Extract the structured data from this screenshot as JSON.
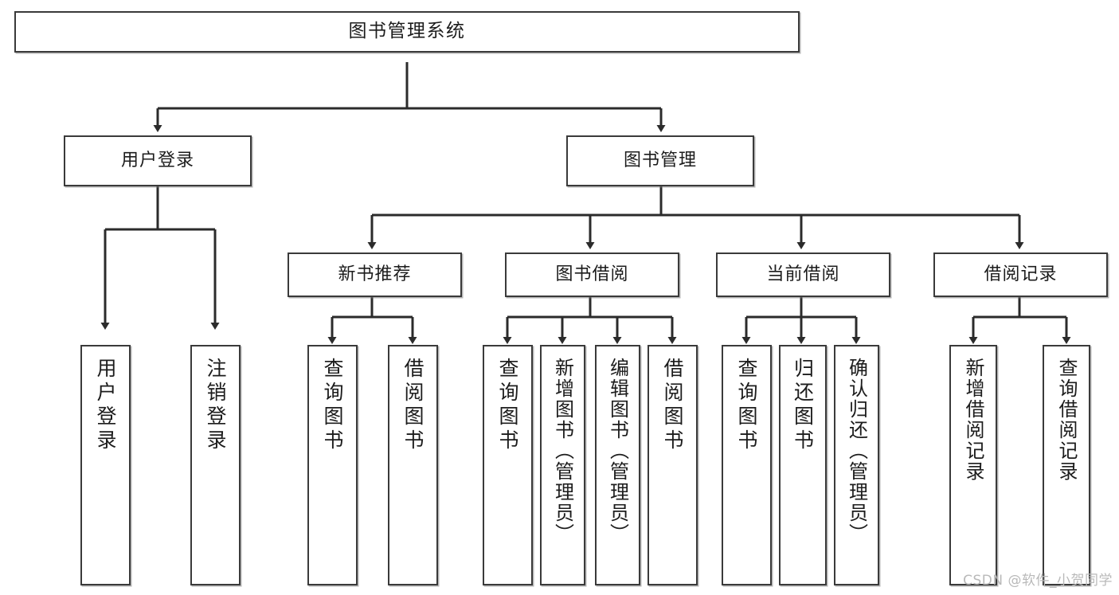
{
  "diagram": {
    "title": "图书管理系统",
    "type": "tree",
    "colors": {
      "box_border": "#3a3a3a",
      "box_fill": "#ffffff",
      "connector": "#2b2b2b",
      "text": "#1c1c1c",
      "watermark": "#b9b9b9"
    },
    "root": {
      "label": "图书管理系统"
    },
    "level2": [
      {
        "id": "user-login",
        "label": "用户登录"
      },
      {
        "id": "book-manage",
        "label": "图书管理"
      }
    ],
    "level3": [
      {
        "id": "new-book-recommend",
        "label": "新书推荐"
      },
      {
        "id": "book-borrow",
        "label": "图书借阅"
      },
      {
        "id": "current-borrow",
        "label": "当前借阅"
      },
      {
        "id": "borrow-record",
        "label": "借阅记录"
      }
    ],
    "leaves": {
      "user-login": [
        {
          "id": "leaf-user-login",
          "label": "用户登录"
        },
        {
          "id": "leaf-logout-login",
          "label": "注销登录"
        }
      ],
      "new-book-recommend": [
        {
          "id": "leaf-query-book-1",
          "label": "查询图书"
        },
        {
          "id": "leaf-borrow-book-1",
          "label": "借阅图书"
        }
      ],
      "book-borrow": [
        {
          "id": "leaf-query-book-2",
          "label": "查询图书"
        },
        {
          "id": "leaf-add-book",
          "label": "新增图书（管理员）"
        },
        {
          "id": "leaf-edit-book",
          "label": "编辑图书（管理员）"
        },
        {
          "id": "leaf-borrow-book-2",
          "label": "借阅图书"
        }
      ],
      "current-borrow": [
        {
          "id": "leaf-query-book-3",
          "label": "查询图书"
        },
        {
          "id": "leaf-return-book",
          "label": "归还图书"
        },
        {
          "id": "leaf-confirm-return",
          "label": "确认归还（管理员）"
        }
      ],
      "borrow-record": [
        {
          "id": "leaf-add-record",
          "label": "新增借阅记录"
        },
        {
          "id": "leaf-query-record",
          "label": "查询借阅记录"
        }
      ]
    }
  },
  "watermark": {
    "text": "CSDN @软件_小贺同学"
  }
}
